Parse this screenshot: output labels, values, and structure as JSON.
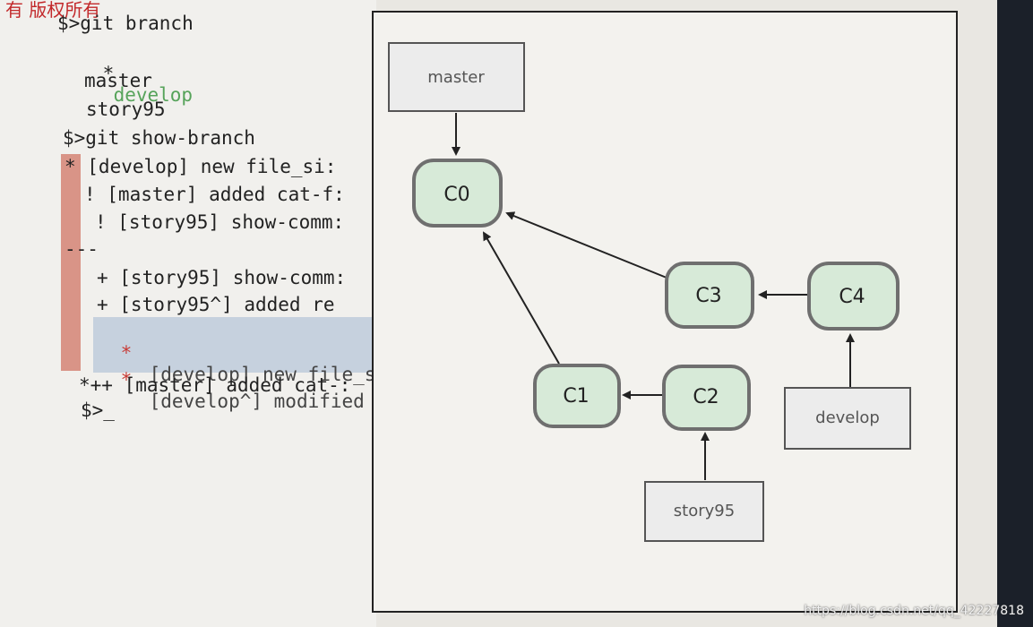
{
  "corner_mark": "有 版权所有",
  "terminal": {
    "line1": "$>git branch",
    "line2_star": "*",
    "line2_branch": "develop",
    "line3": "master",
    "line4": "story95",
    "line5": "$>git show-branch",
    "line6": "* [develop] new file_si:",
    "line7": "! [master] added cat-f:",
    "line8": "! [story95] show-comm:",
    "line9": "---",
    "line10": "+ [story95] show-comm:",
    "line11": "+ [story95^] added re",
    "line12_star": "*",
    "line12": "[develop] new file_s",
    "line13_star": "*",
    "line13": "[develop^] modified",
    "line14": "*++ [master] added cat-:",
    "line15": "$>_"
  },
  "diagram": {
    "commits": [
      "C0",
      "C1",
      "C2",
      "C3",
      "C4"
    ],
    "branches": [
      "master",
      "develop",
      "story95"
    ]
  },
  "watermark": "https://blog.csdn.net/qq_42227818",
  "colors": {
    "commit_fill": "#d7ead8",
    "commit_border": "#6f6f6f",
    "branch_fill": "#ececec",
    "arrow": "#222222"
  }
}
